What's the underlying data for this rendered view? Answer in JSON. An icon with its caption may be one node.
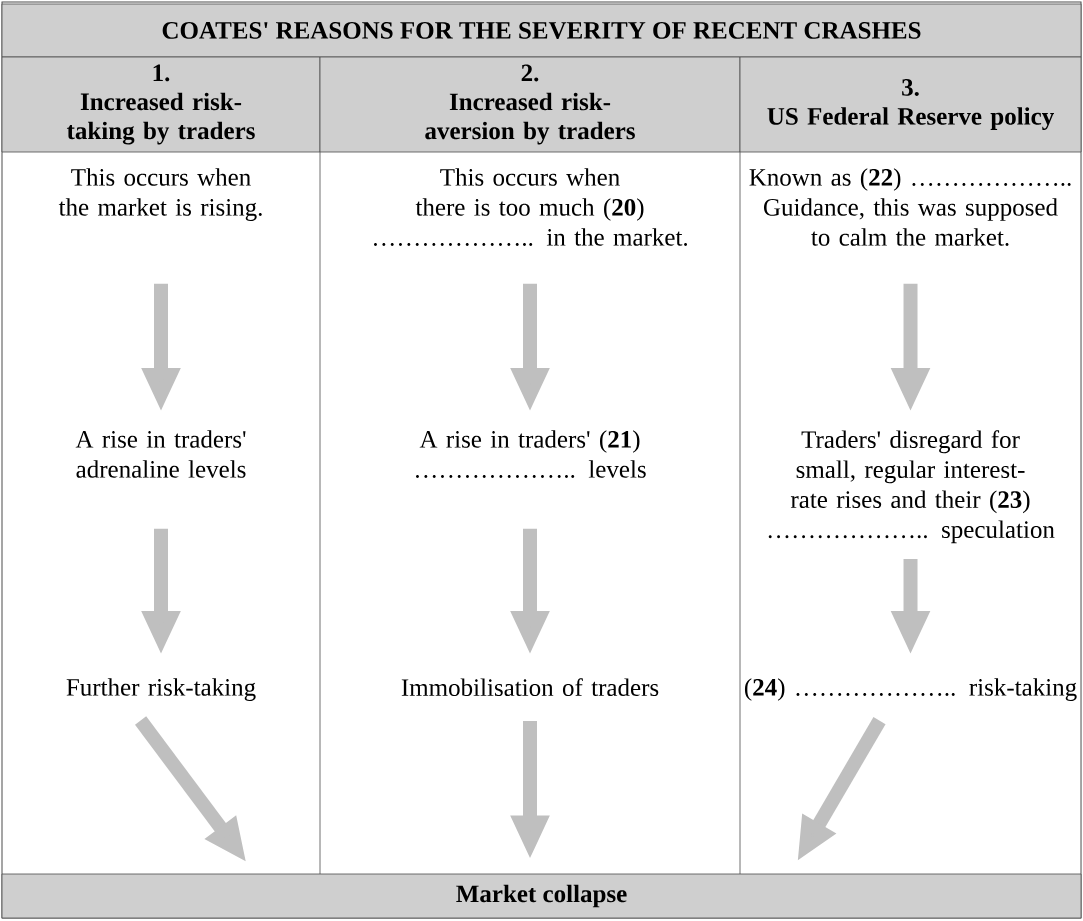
{
  "diagram": {
    "nodes": [
      {
        "text": [
          "COATES' REASONS FOR THE SEVERITY OF RECENT CRASHES"
        ]
      },
      {
        "text": [
          "1.",
          "Increased risk-taking by traders"
        ]
      },
      {
        "text": [
          "2.",
          "Increased risk-aversion by traders"
        ]
      },
      {
        "text": [
          "3.",
          "US Federal Reserve policy"
        ]
      },
      {
        "text": [
          "This occurs when the market is rising."
        ]
      },
      {
        "text": [
          "A rise in traders' adrenaline levels"
        ]
      },
      {
        "text": [
          "Further risk-taking"
        ]
      },
      {
        "text": [
          "This occurs when there is too much (**20**) ……………….. in the market."
        ]
      },
      {
        "text": [
          "A rise in traders' (**21**) ……………….. levels"
        ]
      },
      {
        "text": [
          "Immobilisation of traders"
        ]
      },
      {
        "text": [
          "Known as (**22**) ……………….. Guidance, this was supposed to calm the market."
        ]
      },
      {
        "text": [
          "Traders' disregard for small, regular interest-rate rises and their (**23**) ……………….. speculation"
        ]
      },
      {
        "text": [
          "(**24**) ……………….. risk-taking"
        ]
      },
      {
        "text": [
          "Market collapse"
        ]
      }
    ],
    "edges": [
      {
        "from": 4,
        "to": 5,
        "arrow": "to"
      },
      {
        "from": 5,
        "to": 6,
        "arrow": "to"
      },
      {
        "from": 6,
        "to": 13,
        "arrow": "to"
      },
      {
        "from": 7,
        "to": 8,
        "arrow": "to"
      },
      {
        "from": 8,
        "to": 9,
        "arrow": "to"
      },
      {
        "from": 9,
        "to": 13,
        "arrow": "to"
      },
      {
        "from": 10,
        "to": 11,
        "arrow": "to"
      },
      {
        "from": 11,
        "to": 12,
        "arrow": "to"
      },
      {
        "from": 12,
        "to": 13,
        "arrow": "to"
      }
    ]
  }
}
